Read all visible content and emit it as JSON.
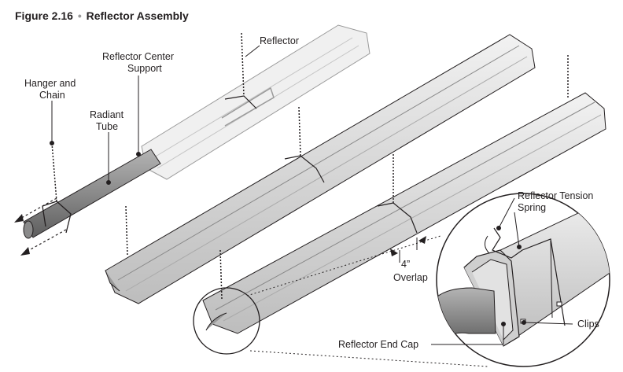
{
  "figure": {
    "number": "Figure 2.16",
    "separator": "•",
    "title": "Reflector Assembly"
  },
  "labels": {
    "reflector": "Reflector",
    "center_support_line1": "Reflector Center",
    "center_support_line2": "Support",
    "hanger_line1": "Hanger and",
    "hanger_line2": "Chain",
    "radiant_line1": "Radiant",
    "radiant_line2": "Tube",
    "tension_line1": "Reflector Tension",
    "tension_line2": "Spring",
    "overlap_line1": "4”",
    "overlap_line2": "Overlap",
    "clips": "Clips",
    "end_cap": "Reflector End Cap"
  },
  "colors": {
    "tube": "#8a8a8a",
    "reflector": "#d6d6d6",
    "reflector_ghost": "#eeeeee",
    "outline": "#231f20"
  }
}
